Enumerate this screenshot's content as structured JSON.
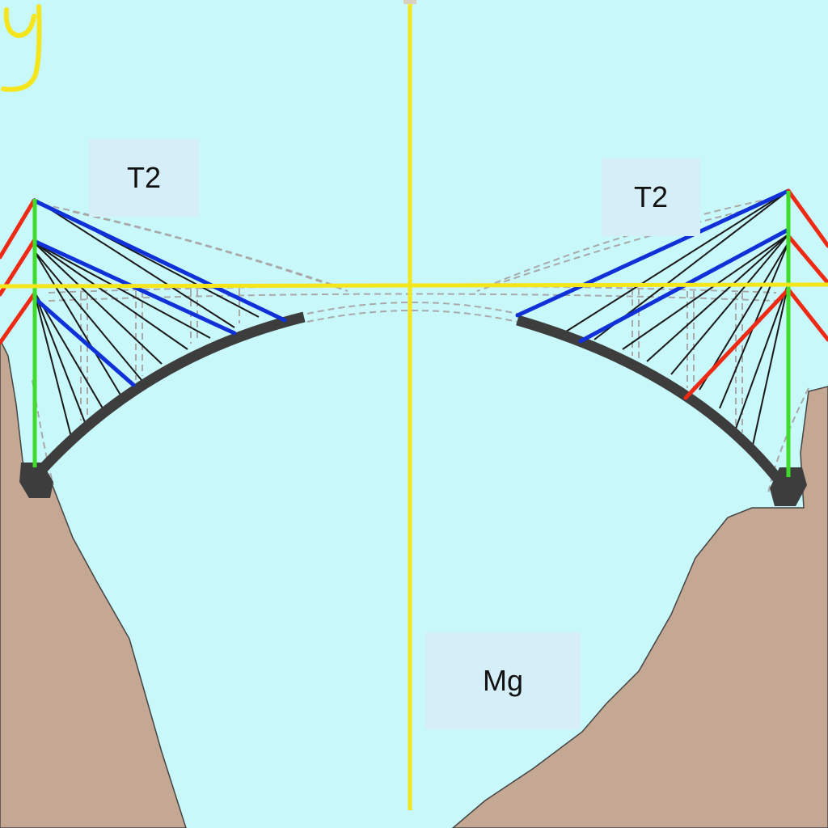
{
  "labels": {
    "tension_left": "T2",
    "tension_right": "T2",
    "weight": "Mg",
    "y_axis": "y"
  },
  "colors": {
    "sky": "#c8f8fa",
    "ground": "#c4a893",
    "arch": "#3d3d3d",
    "cable": "#1a1a1a",
    "blue_cable": "#1030d8",
    "red_cable": "#ee2a14",
    "green_pylon": "#3fdc2c",
    "axis": "#f4e61a",
    "dashed": "#a9a9a9"
  },
  "icons": {
    "y_axis_label": "handwritten-y"
  }
}
